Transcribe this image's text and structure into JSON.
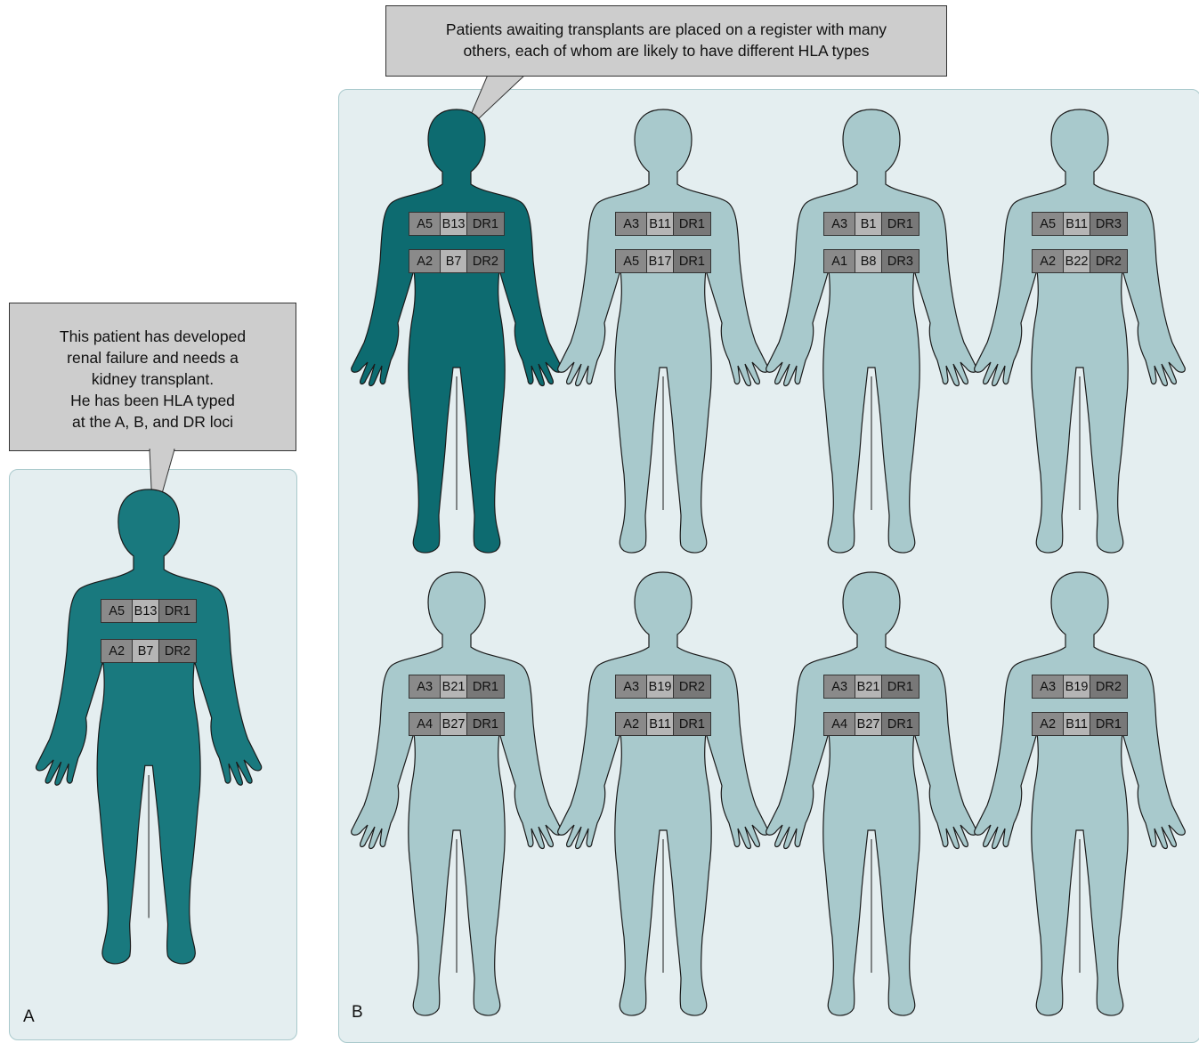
{
  "panel_a": {
    "letter": "A"
  },
  "panel_b": {
    "letter": "B"
  },
  "callout_a": {
    "lines": [
      "This patient has developed",
      "renal failure and needs a",
      "kidney transplant.",
      "He has been HLA typed",
      "at the A, B, and DR loci"
    ]
  },
  "callout_b": {
    "lines": [
      "Patients awaiting transplants are placed on a register with many",
      "others, each of whom are likely to have different HLA types"
    ]
  },
  "colors": {
    "patient_body": "#19797e",
    "highlight_body": "#0d6b70",
    "register_body": "#a8c9cc",
    "panel_bg": "#e4eef0",
    "callout_bg": "#cdcdcd"
  },
  "patient": {
    "row1": [
      "A5",
      "B13",
      "DR1"
    ],
    "row2": [
      "A2",
      "B7",
      "DR2"
    ]
  },
  "register": [
    {
      "row1": [
        "A5",
        "B13",
        "DR1"
      ],
      "row2": [
        "A2",
        "B7",
        "DR2"
      ]
    },
    {
      "row1": [
        "A3",
        "B11",
        "DR1"
      ],
      "row2": [
        "A5",
        "B17",
        "DR1"
      ]
    },
    {
      "row1": [
        "A3",
        "B1",
        "DR1"
      ],
      "row2": [
        "A1",
        "B8",
        "DR3"
      ]
    },
    {
      "row1": [
        "A5",
        "B11",
        "DR3"
      ],
      "row2": [
        "A2",
        "B22",
        "DR2"
      ]
    },
    {
      "row1": [
        "A3",
        "B21",
        "DR1"
      ],
      "row2": [
        "A4",
        "B27",
        "DR1"
      ]
    },
    {
      "row1": [
        "A3",
        "B19",
        "DR2"
      ],
      "row2": [
        "A2",
        "B11",
        "DR1"
      ]
    },
    {
      "row1": [
        "A3",
        "B21",
        "DR1"
      ],
      "row2": [
        "A4",
        "B27",
        "DR1"
      ]
    },
    {
      "row1": [
        "A3",
        "B19",
        "DR2"
      ],
      "row2": [
        "A2",
        "B11",
        "DR1"
      ]
    }
  ]
}
